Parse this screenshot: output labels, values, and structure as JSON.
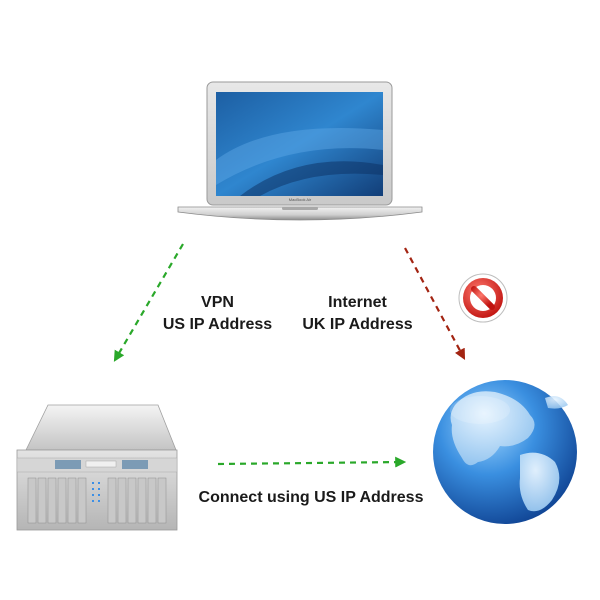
{
  "nodes": {
    "laptop": {
      "icon": "laptop-icon",
      "brand_text": "MacBook Air"
    },
    "server": {
      "icon": "server-icon"
    },
    "internet": {
      "icon": "globe-icon"
    },
    "blocked": {
      "icon": "no-entry-icon"
    }
  },
  "edges": {
    "vpn": {
      "line1": "VPN",
      "line2": "US IP Address",
      "color": "#2aa82a"
    },
    "internet": {
      "line1": "Internet",
      "line2": "UK IP Address",
      "color": "#a32412"
    },
    "connect": {
      "line1": "Connect using US IP Address",
      "color": "#2aa82a"
    }
  },
  "colors": {
    "allowed": "#2aa82a",
    "blocked": "#a32412",
    "no_entry": "#d81e1e"
  }
}
